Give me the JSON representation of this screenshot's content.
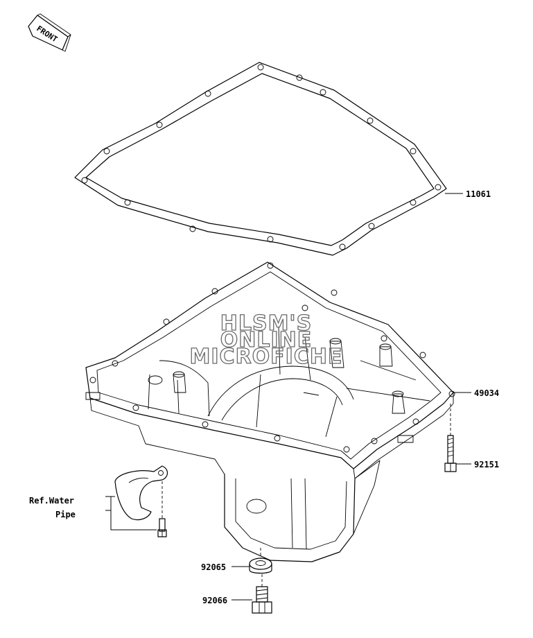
{
  "front_label": "FRONT",
  "watermark": {
    "line1": "HLSM'S",
    "line2": "ONLINE",
    "line3": "MICROFICHE"
  },
  "parts": [
    {
      "number": "11061"
    },
    {
      "number": "49034"
    },
    {
      "number": "92151"
    },
    {
      "number": "92065"
    },
    {
      "number": "92066"
    }
  ],
  "reference": {
    "line1": "Ref.Water",
    "line2": "Pipe"
  }
}
